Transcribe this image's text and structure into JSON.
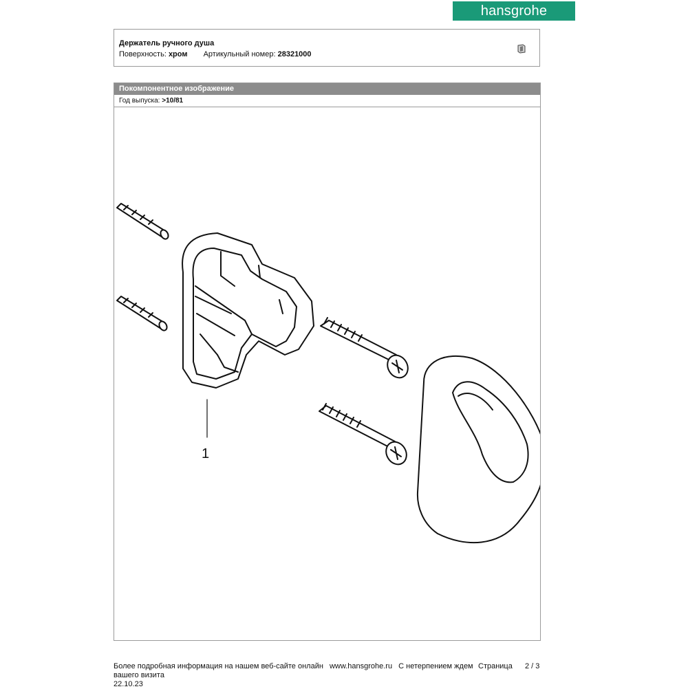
{
  "brand": {
    "logo_text": "hansgrohe",
    "logo_color": "#1a9a78"
  },
  "product": {
    "title": "Держатель ручного душа",
    "surface_label": "Поверхность:",
    "surface_value": "хром",
    "article_label": "Артикульный номер:",
    "article_value": "28321000",
    "thumbnail_icon": "product-thumbnail-icon"
  },
  "exploded_view": {
    "header": "Покомпонентное изображение",
    "year_label": "Год выпуска:",
    "year_value": ">10/81",
    "part_number": "1"
  },
  "footer": {
    "info_text": "Более подробная информация на нашем веб-сайте онлайн",
    "website": "www.hansgrohe.ru",
    "visit_text": "С нетерпением ждем",
    "visit_text_2": "вашего визита",
    "page_label": "Страница",
    "page_value": "2 / 3",
    "date": "22.10.23"
  }
}
